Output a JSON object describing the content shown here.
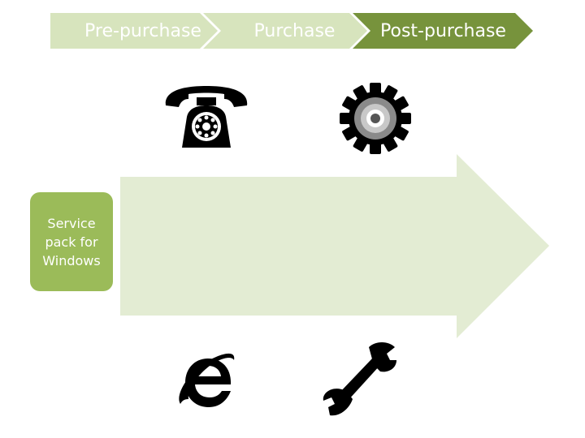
{
  "steps": [
    {
      "label": "Pre-purchase"
    },
    {
      "label": "Purchase"
    },
    {
      "label": "Post-purchase"
    }
  ],
  "service_box": {
    "text": "Service\npack for\nWindows"
  },
  "icons": {
    "top_left": "telephone-icon",
    "top_right": "gear-icon",
    "bottom_left": "internet-explorer-icon",
    "bottom_right": "wrench-icon"
  },
  "colors": {
    "step_light": "#d7e4bd",
    "step_dark": "#77933c",
    "arrow_fill": "#e3ecd3",
    "service_box": "#9bbb59",
    "icon": "#000000"
  }
}
